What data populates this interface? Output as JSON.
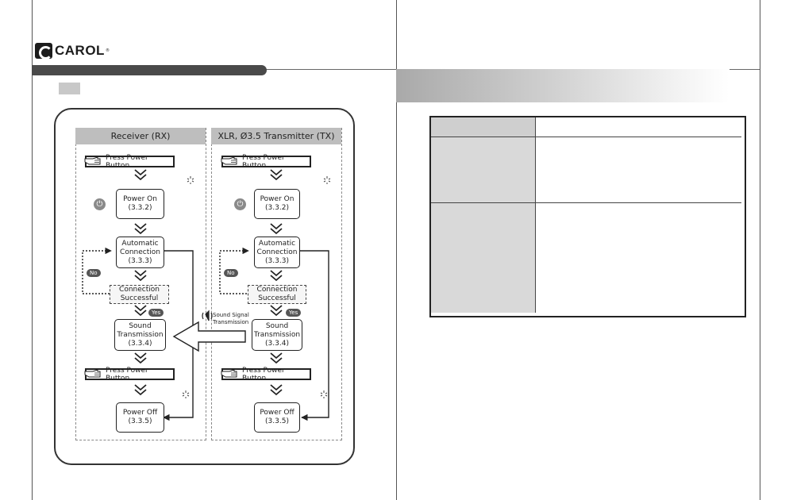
{
  "brand": {
    "name": "CAROL",
    "reg": "®"
  },
  "diagram": {
    "rx": {
      "header": "Receiver (RX)",
      "press_power_top": "Press Power Button",
      "power_on": [
        "Power On",
        "(3.3.2)"
      ],
      "auto_conn": [
        "Automatic",
        "Connection",
        "(3.3.3)"
      ],
      "no_label": "No",
      "conn_success": [
        "Connection",
        "Successful"
      ],
      "yes_label": "Yes",
      "sound": [
        "Sound",
        "Transmission",
        "(3.3.4)"
      ],
      "press_power_bottom": "Press Power Button",
      "power_off": [
        "Power Off",
        "(3.3.5)"
      ]
    },
    "tx": {
      "header": "XLR, Ø3.5 Transmitter (TX)",
      "press_power_top": "Press Power Button",
      "power_on": [
        "Power On",
        "(3.3.2)"
      ],
      "auto_conn": [
        "Automatic",
        "Connection",
        "(3.3.3)"
      ],
      "no_label": "No",
      "conn_success": [
        "Connection",
        "Successful"
      ],
      "yes_label": "Yes",
      "sound": [
        "Sound",
        "Transmission",
        "(3.3.4)"
      ],
      "press_power_bottom": "Press Power Button",
      "power_off": [
        "Power Off",
        "(3.3.5)"
      ]
    },
    "signal_label": [
      "Sound Signal",
      "Transmission"
    ]
  }
}
